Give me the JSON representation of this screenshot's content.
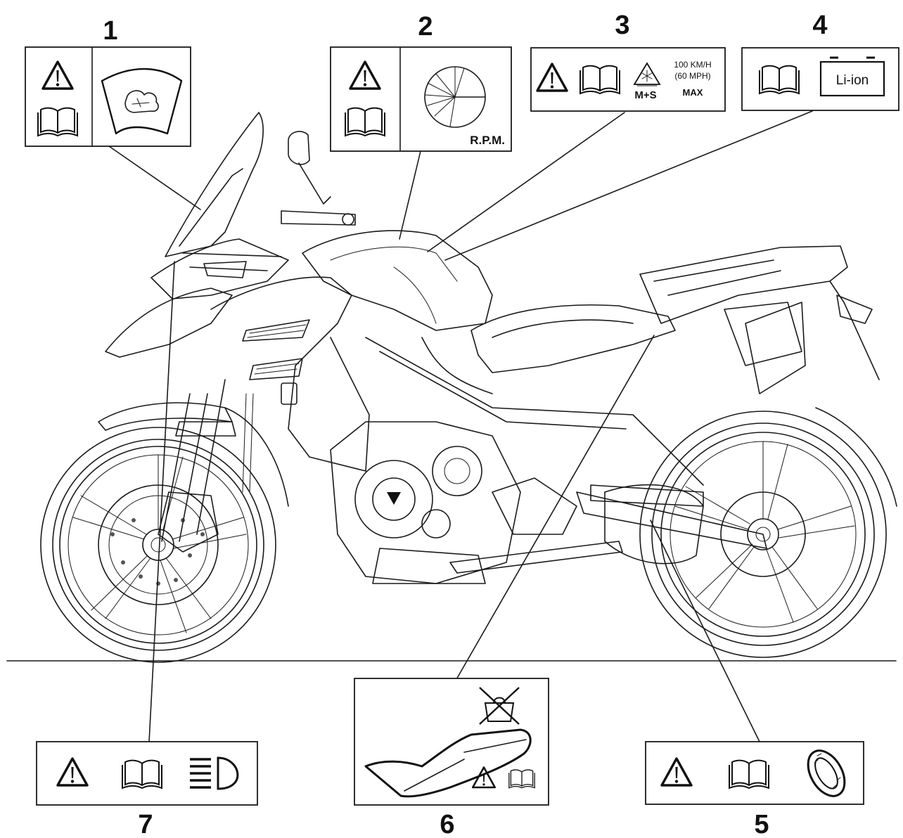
{
  "callouts": [
    {
      "number": "1"
    },
    {
      "number": "2",
      "rpm_text": "R.P.M."
    },
    {
      "number": "3",
      "speed_line1": "100 KM/H",
      "speed_line2": "(60 MPH)",
      "max_text": "MAX",
      "tyre_mark": "M+S"
    },
    {
      "number": "4",
      "battery_text": "Li-ion"
    },
    {
      "number": "5"
    },
    {
      "number": "6"
    },
    {
      "number": "7"
    }
  ],
  "icons": {
    "label_1": [
      "warning-icon",
      "manual-book-icon",
      "windscreen-cleaning-icon"
    ],
    "label_2": [
      "warning-icon",
      "manual-book-icon",
      "rpm-dial-icon"
    ],
    "label_3": [
      "warning-icon",
      "manual-book-icon",
      "snow-tyre-icon"
    ],
    "label_4": [
      "manual-book-icon",
      "battery-icon"
    ],
    "label_5": [
      "warning-icon",
      "manual-book-icon",
      "tyre-icon"
    ],
    "label_6": [
      "no-luggage-icon",
      "seat-icon",
      "warning-icon",
      "manual-book-icon"
    ],
    "label_7": [
      "warning-icon",
      "manual-book-icon",
      "headlight-icon"
    ]
  }
}
